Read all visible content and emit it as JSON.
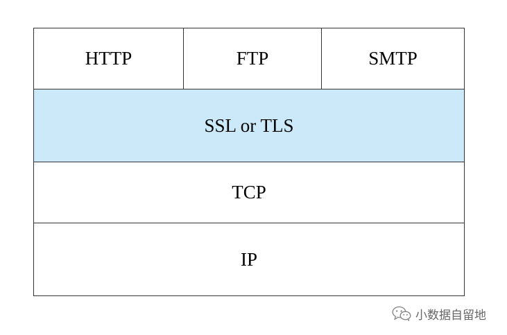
{
  "layers": {
    "application": [
      "HTTP",
      "FTP",
      "SMTP"
    ],
    "security": "SSL or TLS",
    "transport": "TCP",
    "network": "IP"
  },
  "colors": {
    "security_layer_fill": "#cce9f9",
    "border": "#333333",
    "background": "#ffffff",
    "watermark_text": "#666666"
  },
  "watermark": {
    "icon": "wechat-icon",
    "text": "小数据自留地"
  }
}
